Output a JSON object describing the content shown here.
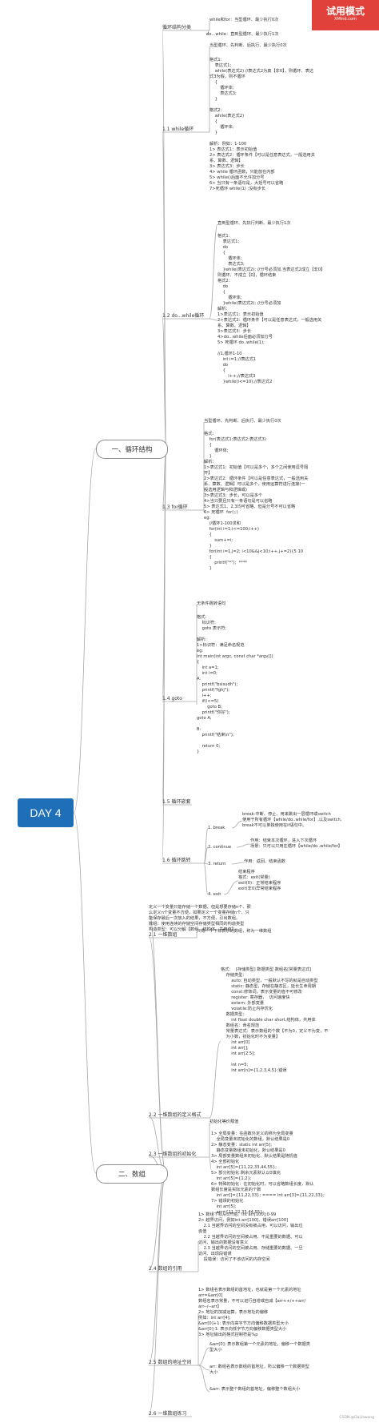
{
  "badge": {
    "title": "试用模式",
    "sub": "XMind.com"
  },
  "root": "DAY 4",
  "branches": [
    {
      "label": "一、循环结构",
      "subs": [
        {
          "label": "循环结构分类",
          "notes": [
            "while和for：当型循环、最少执行0次",
            "do...while：直到型循环、最少执行1次"
          ]
        },
        {
          "label": "1.1 while循环",
          "notes": [
            "当型循环、先判断、后执行、最少执行0次",
            "格式1：\n    表达式1;\n    while(表达式2) //表达式2为真【非0】，则循环、表达\n式3为假，则不循环\n    {\n        循环体;\n        表达式3;\n    }\n\n格式2：\n    while(表达式2)\n    {\n        循环体;\n    }\n\n解析：例如：1-100\n1> 表达式1：表示初始值\n2> 表达式2：循环条件【可以是任意表达式，一般选用关\n系、算数、逻辑】\n3> 表达式3：步长\n4> while 循环函数，只能放在内部\n5> while()后面不允许加分号\n6> 当只有一条语句是，大括号可以省略\n7>死循环 while(1) ;没有步长"
          ]
        },
        {
          "label": "1.2 do...while循环",
          "notes": [
            "直到型循环、先执行判断、最少执行1次",
            "格式1：\n    表达式1;\n    do\n    {\n        循环体;\n        表达式3;\n    }while(表达式2); //分号必须加,当表达式2成立【非0】\n则循环、不成立【0】，循环结束\n格式2：\n    do\n    {\n        循环体;\n    }while(表达式2); //分号必须加\n解析：\n1>表达式1：表示初始值\n2>表达式2：循环条件【可以是任意表达式，一般选用关\n系、算数、逻辑】\n3>表达式3：步长\n4>do...while后面必须加分号\n5> 死循环 do..while(1);\n\n//1,循环1-10\n    int i=1;//表达式1\n    do\n    {\n        i++;//表达式3\n    }while(i<=10);//表达式2"
          ]
        },
        {
          "label": "1.3 for循环",
          "notes": [
            "当型循环、先判断、后执行、最少执行0次",
            "格式：\n    for(表达式1;表达式2;表达式3)\n    {\n        循环体;\n    }\n解析：\n1>表达式1：初始值【可以是多个，多个之间使用逗号隔\n开】\n2>表达式2：循环条件【可以是任意表达式，一般选用关\n系、算数、逻辑】可以是多个，使用运算符进行连接(一\n般选用逻辑与和逻辑或)\n3>表达式3：步长，可以是多个\n4>当只要且只有一条语句是可以省略\n5> 表达式1、2,3均可省略、但是分号不可以省略\n6> 死循环  for(;;)\neg：\n    //循环1-100求和\n    for(int i=1;i<=100;i++)\n    {\n        sum+=i;\n    }\n    for(int i=1,j=2; i<10&&j<10;i++,j+=2){5 10\n    {\n        printf(\"*\");  ****\n    }"
          ]
        },
        {
          "label": "1.4 goto",
          "notes": [
            "无条件跳转语句",
            "格式：\n    标识符:\n    goto 表示符;\n\n解析：\n1>标识符：满足命名规范\neg:\nint main(int argc, const char *argv[])\n{\n    int a=1;\n    int i=0;\nA:\n    printf(\"bsisudh\");\n    printf(\"fghj\");\n    i++;\n    if(i<=5)\n        goto B;\n    printf(\"你好\");\ngoto A;\n\nB:\n    printf(\"结束\\n\");\n\n    return 0;\n}"
          ]
        },
        {
          "label": "1.5 循环嵌套",
          "notes": []
        },
        {
          "label": "1.6 循环跳转",
          "notes": [],
          "leaves": [
            {
              "label": "1. break",
              "note": "break:中断、停止、用来跳出一层循环或switch\n使用于所有循环【while/do..while/for】,以及switch,\nbreak不可以单独使用在if语句中。"
            },
            {
              "label": "2. continue",
              "note": "作用：结束本次循环，进入下次循环\n场景：只可以只用在循环【while/do..while/for】"
            },
            {
              "label": "3. return",
              "note": "作用：返回、结束函数"
            },
            {
              "label": "4. exit",
              "note": "结束程序\n格式：exit(常量)\nexit(0)：正常结束程序\nexit(非0)异常结束程序"
            }
          ]
        }
      ]
    },
    {
      "label": "二、数组",
      "intro": "定义一个变量只能存储一个数据、但是想要存储n个、那\n么定义n个变量不方便，如果定义一个变量存储n个、只\n能保存最后一次放入的结果，不方便，引出数组。\n数组：使用连续的存储空间存储类型相同的构造类型\n构造类型：可以分解【数组、结构体、共用体】",
      "subs": [
        {
          "label": "2.1 一维数组",
          "notes": [
            "只有一个下标表示的数组，称为一维数组"
          ]
        },
        {
          "label": "2.2 一维数组的定义格式",
          "notes": [
            "格式：  [存储类型] 数据类型 数组名[常量表达式]\n    存储类型：\n        auto: 自动类型，一般默认不写的就是自动类型\n        static: 静态型，存储在静态区，延长生命周期\n        const:修饰词，表示变量的值不可修改\n        register: 寄存器，  访问速度快\n        extern: 外部变量\n        volatile:防止内存优化\n    数据类型：\n        int float double char short,结构体，共用体\n    数组名：命名规范\n    常量表达式：表示数组的个数【不为0，定义不为变，不\n    为小数，初始化时不为变量】\n        int arr[0]\n        int arr[];\n        int arr[2.5];\n\n        int n=5;\n        int arr[n]={1,2,3,4,5};错误"
          ]
        },
        {
          "label": "2.3 一维数组的初始化",
          "notes": [
            "初始化等价赋值",
            "1> 全局变量：在函数外定义的称为全局变量\n    全局变量未初始化的数组，默认结果是0\n2> 静态变量：static int arr[5];\n    静态变量数组未初始化，默认结果是0\n3> 局部变量数组未初始化、默认结果是随机值\n4> 全部初始化\n    int arr[5]={11,22,33,44,55};\n5> 部分初始化:剩余元素默认以0填充\n    int arr[5]={1,2};\n6> 特殊初始化：在初始化时，可以省略数组长度，默认\n数组长度是实际元素的个数\n    int arr[]={11,22,33}; ==== int arr[3]={11,22,33};\n7> 错误的初始化\n    int arr[5];\n    arr={11,22,33,44,55};"
          ]
        },
        {
          "label": "2.4 数组的引用",
          "notes": [
            "1> 数组下标从0开始、int arr[100];0-99\n2> 越界访问，例如int arr[100]、错误arr[100]\n    2.1 当越界访问的空间没有被占用，可以访问，输出垃\n圾值\n    2.2 当越界访问的空间被占用、不是重要的数据、可以\n访问、输出的数据没有意义\n    2.3 当越界访问的空间被占用、存储重要的数据、一旦\n访问、出现段错误\n    段错误：访问了不该访问的内存空间"
          ]
        },
        {
          "label": "2.5 数组的地址空间",
          "notes": [
            "1> 数组名表示数组的首地址，也就是第一个元素的地址\narr=&arr[0]\n数组名表示常量，不可以进行自增或自减【arr++/++arr/\narr--/--arr】\n2> 地址的加减运算，表示地址的偏移\n例如：int arr[4];\n&arr[0]+1: 表示向高字节方向偏移数据类型大小\n&arr[0]-1: 表示向低字节方向偏移数据类型大小\n3> 地址输出的格式控制符是%p",
            "&arr[0]: 表示数组第一个元素的地址，偏移一个数据类\n型大小",
            "arr: 数组名表示数组的首地址，所以偏移一个数据类型\n大小",
            "&arr: 表示整个数组的首地址，偏移整个数组大小"
          ]
        },
        {
          "label": "2.6 一维数组练习",
          "notes": []
        }
      ]
    }
  ],
  "footer": "CSDN @Daijiawang"
}
